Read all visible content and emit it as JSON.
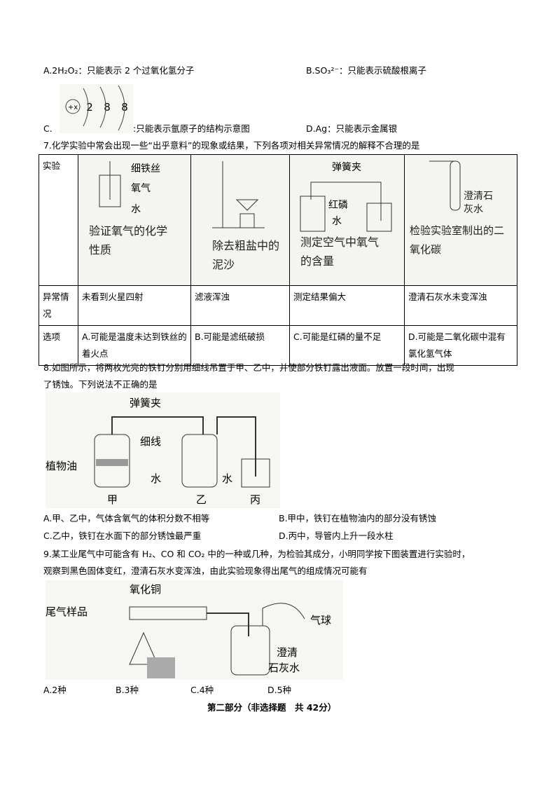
{
  "q6": {
    "a": "A.2H₂O₂：只能表示 2 个过氧化氢分子",
    "b": "B.SO₃²⁻：只能表示硫酸根离子",
    "c_prefix": "C.",
    "c": ":只能表示氩原子的结构示意图",
    "d": "D.Ag：只能表示金属银",
    "diagram": {
      "nucleus": "+x",
      "shells": [
        "2",
        "8",
        "8"
      ]
    }
  },
  "q7": {
    "stem": "7.化学实验中常会出现一些“出乎意料”的现象或结果，下列各项对相关异常情况的解释不合理的是",
    "row_labels": [
      "实验",
      "异常情况",
      "选项"
    ],
    "experiments": [
      {
        "labels": [
          "细铁丝",
          "氧气",
          "水"
        ],
        "caption": "验证氧气的化学性质",
        "abnormal": "未看到火星四射",
        "option": "A.可能是温度未达到铁丝的着火点"
      },
      {
        "labels": [],
        "caption": "除去粗盐中的泥沙",
        "abnormal": "滤液浑浊",
        "option": "B.可能是滤纸破损"
      },
      {
        "labels": [
          "弹簧夹",
          "红磷",
          "水"
        ],
        "caption": "测定空气中氧气的含量",
        "abnormal": "测定结果偏大",
        "option": "C.可能是红磷的量不足"
      },
      {
        "labels": [
          "澄清石灰水"
        ],
        "caption": "检验实验室制出的二氧化碳",
        "abnormal": "澄清石灰水未变浑浊",
        "option": "D.可能是二氧化碳中混有氯化氢气体"
      }
    ]
  },
  "q8": {
    "stem1": "8.如图所示，将两枚光亮的铁钉分别用细线吊置于甲、乙中，并使部分铁钉露出液面。放置一段时间，出现",
    "stem2": "了锈蚀。下列说法不正确的是",
    "figure": {
      "clip": "弹簧夹",
      "thread": "细线",
      "oil": "植物油",
      "water1": "水",
      "water2": "水",
      "jia": "甲",
      "yi": "乙",
      "bing": "丙"
    },
    "options": [
      "A.甲、乙中，气体含氧气的体积分数不相等",
      "B.甲中，铁钉在植物油内的部分没有锈蚀",
      "C.乙中，铁钉在水面下的部分锈蚀最严重",
      "D.丙中，导管内上升一段水柱"
    ]
  },
  "q9": {
    "stem1": "9.某工业尾气中可能含有 H₂、CO 和 CO₂ 中的一种或几种，为检验其成分，小明同学按下图装置进行实验时，",
    "stem2": "观察到黑色固体变红，澄清石灰水变浑浊，由此实验现象得出尾气的组成情况可能有",
    "figure": {
      "sample": "尾气样品",
      "cuo": "氧化铜",
      "balloon": "气球",
      "lime1": "澄清",
      "lime2": "石灰水"
    },
    "options": [
      "A.2种",
      "B.3种",
      "C.4种",
      "D.5种"
    ]
  },
  "section": "第二部分（非选择题　共 42分）"
}
